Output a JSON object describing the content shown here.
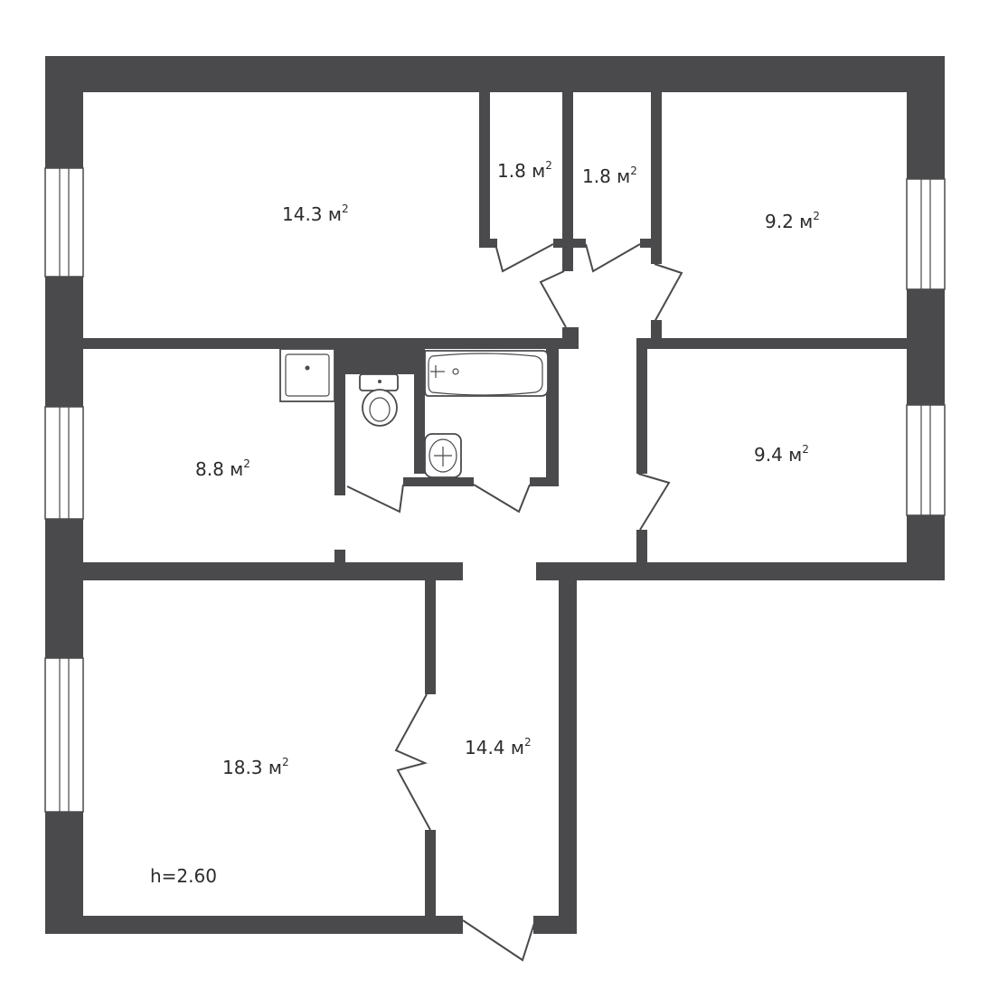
{
  "plan": {
    "rooms": [
      {
        "id": "room-top-left",
        "area": "14.3",
        "unit": "м"
      },
      {
        "id": "closet-1",
        "area": "1.8",
        "unit": "м"
      },
      {
        "id": "closet-2",
        "area": "1.8",
        "unit": "м"
      },
      {
        "id": "room-top-right",
        "area": "9.2",
        "unit": "м"
      },
      {
        "id": "kitchen",
        "area": "8.8",
        "unit": "м"
      },
      {
        "id": "room-mid-right",
        "area": "9.4",
        "unit": "м"
      },
      {
        "id": "room-bottom-left",
        "area": "18.3",
        "unit": "м"
      },
      {
        "id": "hallway",
        "area": "14.4",
        "unit": "м"
      }
    ],
    "unit_power": "2",
    "ceiling_height": "h=2.60"
  },
  "colors": {
    "wall": "#4a4a4c",
    "background": "#ffffff",
    "text": "#2b2b2d"
  }
}
